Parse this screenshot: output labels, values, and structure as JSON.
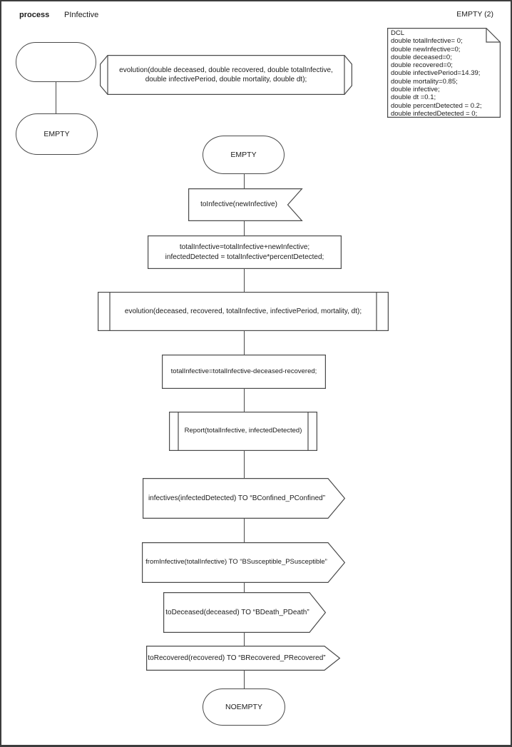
{
  "header": {
    "kind_label": "process",
    "name": "PInfective",
    "page_ref": "EMPTY (2)"
  },
  "declarations": {
    "lines": [
      "DCL",
      "double totalInfective= 0;",
      "double newInfective=0;",
      "double deceased=0;",
      "double recovered=0;",
      "double infectivePeriod=14.39;",
      "double mortality=0.85;",
      "double infective;",
      "double dt =0.1;",
      "double percentDetected = 0.2;",
      "double infectedDetected = 0;"
    ]
  },
  "left_column": {
    "state_label": "EMPTY",
    "procedure_declaration_line1": "evolution(double deceased, double recovered, double totalInfective,",
    "procedure_declaration_line2": "double infectivePeriod, double mortality, double dt);"
  },
  "flow": {
    "state_top": "EMPTY",
    "input": "toInfective(newInfective)",
    "task1_line1": "totalInfective=totalInfective+newInfective;",
    "task1_line2": "infectedDetected = totalInfective*percentDetected;",
    "procedure_call1": "evolution(deceased, recovered, totalInfective, infectivePeriod, mortality, dt);",
    "task2": "totalInfective=totalInfective-deceased-recovered;",
    "procedure_call2": "Report(totalInfective, infectedDetected)",
    "output1": "infectives(infectedDetected) TO “BConfined_PConfined”",
    "output2": "fromInfective(totalInfective) TO “BSusceptible_PSusceptible”",
    "output3": "toDeceased(deceased) TO “BDeath_PDeath”",
    "output4": "toRecovered(recovered) TO “BRecovered_PRecovered”",
    "state_bottom": "NOEMPTY"
  },
  "colors": {
    "stroke": "#4a4a4a",
    "text": "#1b1b1b",
    "background": "#ffffff"
  }
}
